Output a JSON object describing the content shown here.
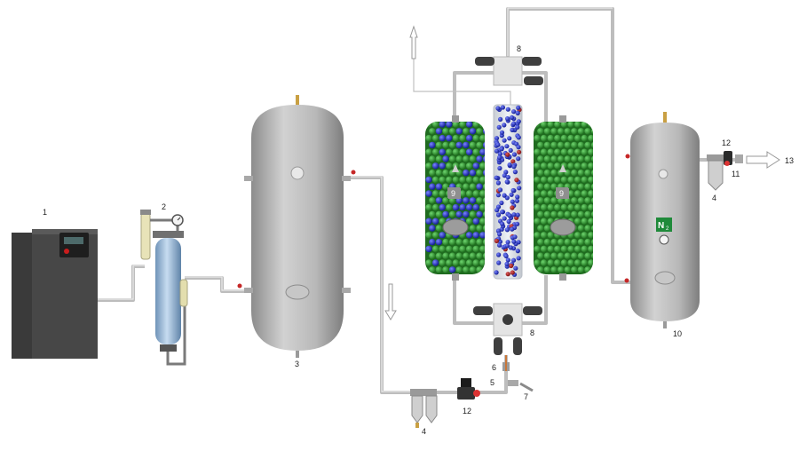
{
  "labels": {
    "l1": "1",
    "l2": "2",
    "l3": "3",
    "l4a": "4",
    "l4b": "4",
    "l5": "5",
    "l6": "6",
    "l7": "7",
    "l8a": "8",
    "l8b": "8",
    "l9a": "9",
    "l9b": "9",
    "l10": "10",
    "l11": "11",
    "l12a": "12",
    "l12b": "12",
    "l13": "13"
  },
  "n2_sign": {
    "letter": "N",
    "subscript": "2"
  },
  "colors": {
    "adsorbent": "#2e8b2e",
    "oxygen_molecule": "#1f2fd6",
    "other_molecule": "#b01818",
    "vessel": "#b5b5b5",
    "pipe": "#c4c4c4",
    "compressor": "#4a4a4a",
    "dryer": "#a9c8e8"
  }
}
